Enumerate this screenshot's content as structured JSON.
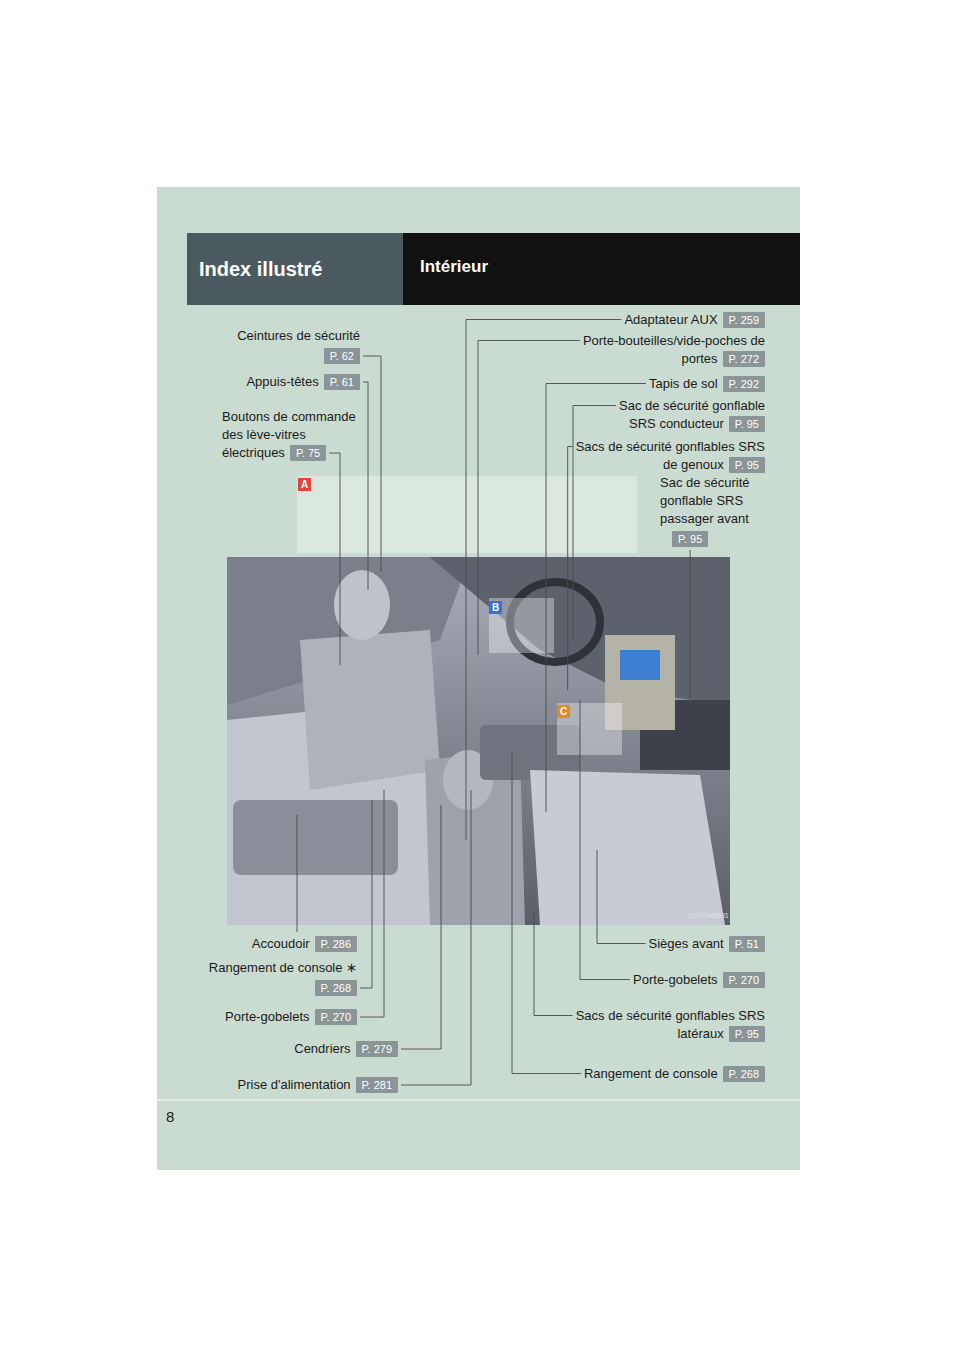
{
  "diagram": {
    "title": "Index illustré",
    "nodes": [
      {
        "text": [
          "Ceintures de sécurité",
          "P. 62"
        ]
      },
      {
        "text": [
          "Appuis-têtes",
          "P. 61"
        ]
      },
      {
        "text": [
          "Boutons de commande des lève-vitres électriques",
          "P. 75"
        ]
      },
      {
        "text": [
          "Adaptateur AUX",
          "P. 259"
        ]
      },
      {
        "text": [
          "Porte-bouteilles/vide-poches de portes",
          "P. 272"
        ]
      },
      {
        "text": [
          "Tapis de sol",
          "P. 292"
        ]
      },
      {
        "text": [
          "Sac de sécurité gonflable SRS conducteur",
          "P. 95"
        ]
      },
      {
        "text": [
          "Sacs de sécurité gonflables SRS de genoux",
          "P. 95"
        ]
      },
      {
        "text": [
          "Sac de sécurité gonflable SRS passager avant",
          "P. 95"
        ]
      },
      {
        "text": [
          "A"
        ]
      },
      {
        "text": [
          "B"
        ]
      },
      {
        "text": [
          "C"
        ]
      },
      {
        "text": [
          "Accoudoir",
          "P. 286"
        ]
      },
      {
        "text": [
          "Rangement de console ∗",
          "P. 268"
        ]
      },
      {
        "text": [
          "Porte-gobelets",
          "P. 270"
        ]
      },
      {
        "text": [
          "Cendriers",
          "P. 279"
        ]
      },
      {
        "text": [
          "Prise d'alimentation",
          "P. 281"
        ]
      },
      {
        "text": [
          "Sièges avant",
          "P. 51"
        ]
      },
      {
        "text": [
          "Porte-gobelets",
          "P. 270"
        ]
      },
      {
        "text": [
          "Sacs de sécurité gonflables SRS latéraux",
          "P. 95"
        ]
      },
      {
        "text": [
          "Rangement de console",
          "P. 268"
        ]
      }
    ],
    "labels": [
      "Intérieur",
      "8",
      "CLYPIAB091"
    ]
  }
}
